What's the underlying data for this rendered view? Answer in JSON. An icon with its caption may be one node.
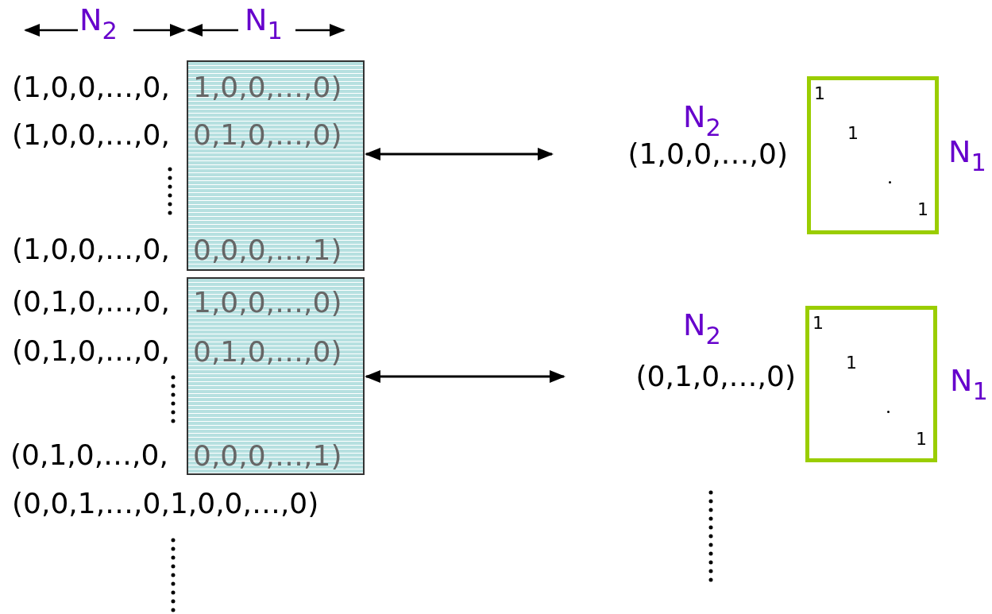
{
  "diagram": {
    "nodes": [
      {
        "text": [
          "1,0,0,…,0)",
          "0,1,0,…,0)",
          "0,0,0,…,1)"
        ]
      },
      {
        "text": [
          "(1,0,0,…,0)"
        ],
        "beside": [
          "N$_{2}$"
        ]
      },
      {
        "text": [
          "1",
          "1",
          "1"
        ],
        "beside": [
          "N$_{1}$"
        ]
      },
      {
        "text": [
          "1,0,0,…,0)",
          "0,1,0,…,0)",
          "0,0,0,…,1)"
        ]
      },
      {
        "text": [
          "(0,1,0,…,0)"
        ],
        "beside": [
          "N$_{2}$"
        ]
      },
      {
        "text": [
          "1",
          "1",
          "1"
        ],
        "beside": [
          "N$_{1}$"
        ]
      }
    ],
    "edges": [
      {
        "from": 0,
        "to": 1,
        "arrow": "both"
      },
      {
        "from": 3,
        "to": 4,
        "arrow": "both"
      }
    ],
    "labels": [
      "N$_{2}$",
      "N$_{1}$",
      "(1,0,0,…,0,",
      "(1,0,0,…,0,",
      "(1,0,0,…,0,",
      "(0,1,0,…,0,",
      "(0,1,0,…,0,",
      "(0,1,0,…,0,",
      "(0,0,1,…,0,1,0,0,…,0)"
    ]
  }
}
